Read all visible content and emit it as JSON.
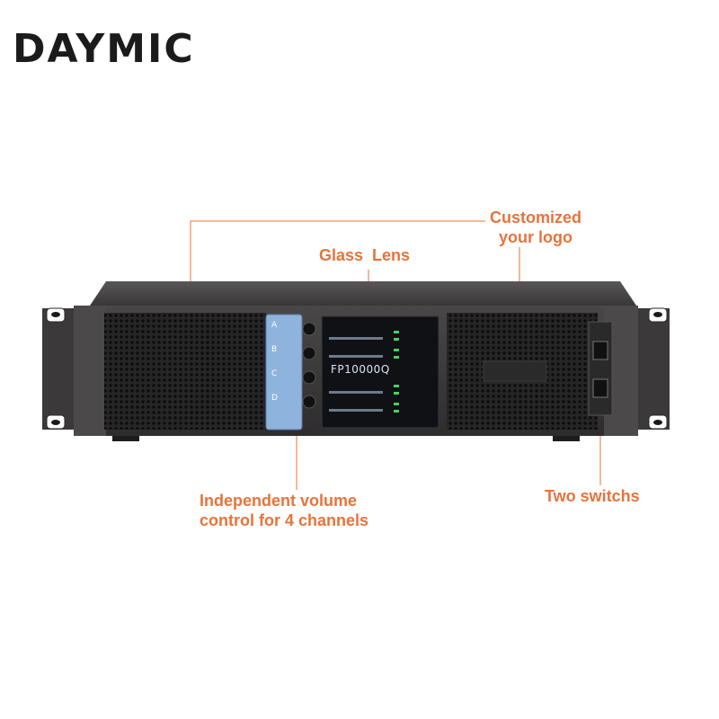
{
  "brand": {
    "logo_text": "DAYMIC"
  },
  "callouts": {
    "customized_logo": [
      "Customized",
      "your logo"
    ],
    "glass_lens": "Glass  Lens",
    "volume_control": [
      "Independent volume",
      "control for 4 channels"
    ],
    "two_switches": "Two switchs"
  },
  "device": {
    "model": "FP10000Q",
    "channels": [
      "A",
      "B",
      "C",
      "D"
    ]
  },
  "colors": {
    "callout": "#e8733a",
    "chassis": "#3f3d3e",
    "channel_panel": "#8eb3dd"
  }
}
